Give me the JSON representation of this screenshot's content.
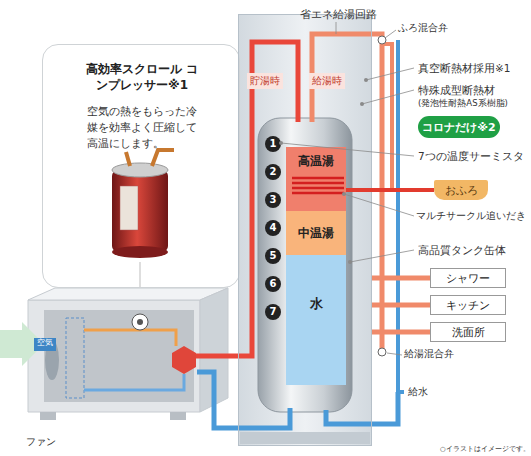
{
  "diagram": {
    "nodes": [
      {
        "text": [
          "高効率スクロール コンプレッサー※1",
          "空気の熱をもらった冷媒を効率よく圧縮して高温にします。"
        ]
      },
      {
        "text": [
          "貯湯時",
          "給湯時"
        ]
      },
      {
        "text": [
          "1"
        ],
        "in": 1
      },
      {
        "text": [
          "2"
        ],
        "in": 1
      },
      {
        "text": [
          "3"
        ],
        "in": 1
      },
      {
        "text": [
          "4"
        ],
        "in": 1
      },
      {
        "text": [
          "5"
        ],
        "in": 1
      },
      {
        "text": [
          "6"
        ],
        "in": 1
      },
      {
        "text": [
          "7"
        ],
        "in": 1
      },
      {
        "text": [
          "高温湯"
        ],
        "in": 1
      },
      {
        "text": [
          "中温湯"
        ],
        "in": 1
      },
      {
        "text": [
          "水"
        ],
        "in": 1
      },
      {
        "text": [
          "コロナだけ※2"
        ]
      },
      {
        "text": [
          "おふろ"
        ]
      },
      {
        "text": [
          "シャワー"
        ]
      },
      {
        "text": [
          "キッチン"
        ]
      },
      {
        "text": [
          "洗面所"
        ]
      }
    ],
    "edges": [
      {
        "from": 9,
        "to": 13,
        "arrow": "none"
      },
      {
        "from": 1,
        "to": 14,
        "arrow": "none"
      },
      {
        "from": 1,
        "to": 15,
        "arrow": "none"
      },
      {
        "from": 1,
        "to": 16,
        "arrow": "none"
      }
    ],
    "labels": [
      "省エネ給湯回路",
      "ふろ混合弁",
      "真空断熱材採用※1",
      "特殊成型断熱材",
      "(発泡性耐熱AS系樹脂)",
      "7つの温度サーミスタ",
      "マルチサークル追いだき",
      "高品質タンク缶体",
      "給湯混合弁",
      "給水",
      "空気",
      "ファン",
      "○イラストはイメージです。"
    ]
  }
}
